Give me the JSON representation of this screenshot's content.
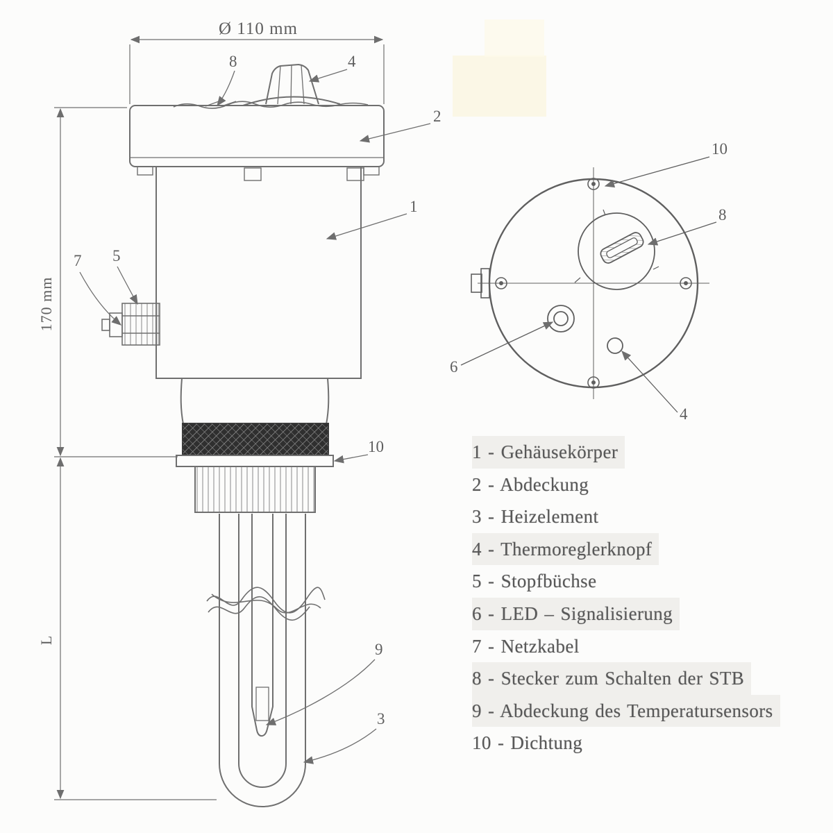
{
  "figure": {
    "dims": {
      "diameter_label": "Ø 110 mm",
      "height_label": "170 mm",
      "length_label": "L"
    },
    "side_callouts": {
      "n8": "8",
      "n4": "4",
      "n2": "2",
      "n1": "1",
      "n7": "7",
      "n5": "5",
      "n10": "10",
      "n9": "9",
      "n3": "3"
    },
    "top_callouts": {
      "n10": "10",
      "n8": "8",
      "n6": "6",
      "n4": "4"
    },
    "legend": {
      "items": [
        "1 - Gehäusekörper",
        "2 - Abdeckung",
        "3 - Heizelement",
        "4 - Thermoreglerknopf",
        "5 - Stopfbüchse",
        "6 - LED – Signalisierung",
        "7 - Netzkabel",
        "8 - Stecker zum Schalten der STB",
        "9 - Abdeckung des Temperatursensors",
        "10 - Dichtung"
      ]
    }
  }
}
